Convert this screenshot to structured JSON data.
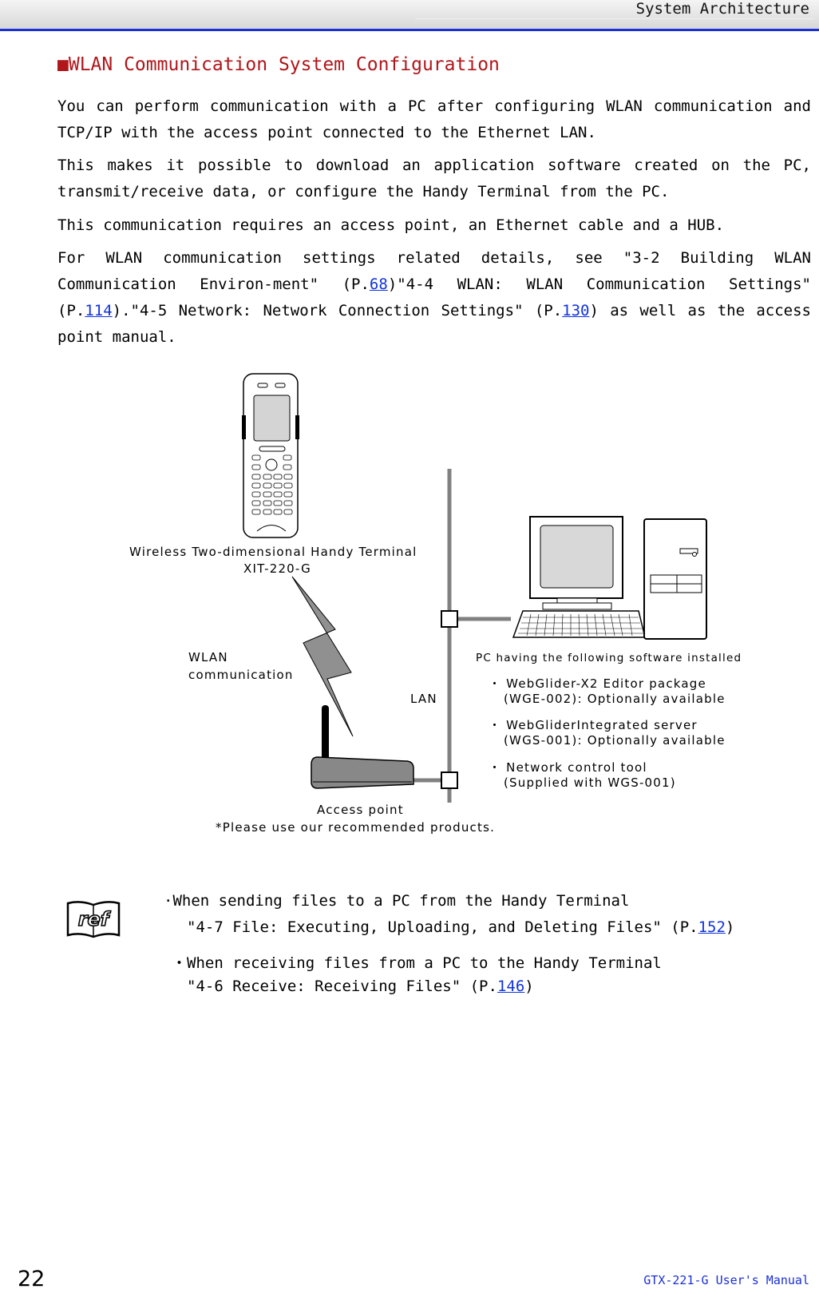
{
  "header": {
    "title": "System Architecture"
  },
  "section": {
    "title": "■WLAN Communication System Configuration"
  },
  "body": {
    "p1": "You can perform communication with a PC after configuring WLAN communication and TCP/IP with the access point connected to the Ethernet LAN.",
    "p2": "This makes it possible to download an application software created on the PC, transmit/receive data, or configure the Handy Terminal from the PC.",
    "p3": "This communication requires an access point, an Ethernet cable and a HUB.",
    "p4": {
      "t1": "For WLAN communication settings related details, see \"3-2 Building WLAN Communication Environ-ment\" (P.",
      "link1": "68",
      "t2": ")\"4-4 WLAN: WLAN Communication Settings\" (P.",
      "link2": "114",
      "t3": ").\"4-5 Network: Network Connection Settings\" (P.",
      "link3": "130",
      "t4": ") as well as the access point manual."
    }
  },
  "diagram": {
    "terminal_label_1": "Wireless Two-dimensional Handy Terminal",
    "terminal_label_2": "XIT-220-G",
    "wlan_label_1": "WLAN",
    "wlan_label_2": "communication",
    "lan_label": "LAN",
    "pc_label": "PC having the following software installed",
    "sw1_line1": "・ WebGlider-X2 Editor package",
    "sw1_line2": "(WGE-002): Optionally available",
    "sw2_line1": "・ WebGliderIntegrated server",
    "sw2_line2": "(WGS-001): Optionally available",
    "sw3_line1": "・ Network control tool",
    "sw3_line2": "(Supplied with WGS-001)",
    "ap_label": "Access point",
    "ap_note": "*Please use our recommended products."
  },
  "reference": {
    "icon_text": "ref",
    "item1_title": "·When sending files to a PC from the Handy Terminal",
    "item1_ref_text": "\"4-7 File: Executing, Uploading, and Deleting Files\" (P.",
    "item1_link": "152",
    "item1_close": ")",
    "item2_title": "・When receiving files from a PC to the Handy Terminal",
    "item2_ref_text": "\"4-6 Receive: Receiving Files\" (P.",
    "item2_link": "146",
    "item2_close": ")"
  },
  "footer": {
    "page_number": "22",
    "manual_title": "GTX-221-G User's Manual"
  },
  "colors": {
    "accent_blue": "#1a2fd6",
    "section_red": "#b0161a",
    "link_blue": "#1133dd"
  }
}
